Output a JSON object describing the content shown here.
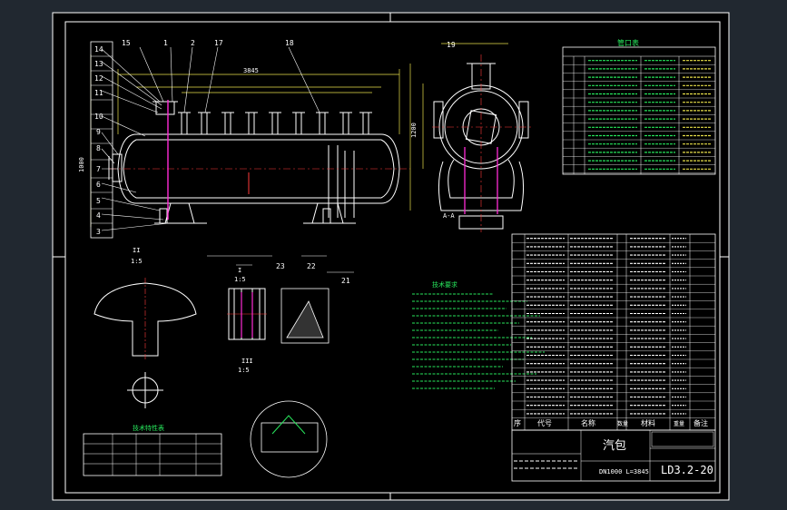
{
  "colors": {
    "background": "#212830",
    "paper": "#000000",
    "frame": "#ffffff",
    "line": "#ffffff",
    "accent_green": "#27e65c",
    "accent_yellow": "#e8e04a",
    "accent_magenta": "#ff2bd6",
    "accent_red": "#ff3a3a",
    "accent_cyan": "#39d8e8"
  },
  "drawing": {
    "title_main": "汽包",
    "drawing_no": "LD3.2-20",
    "scale_note": "DN1000 L=3845",
    "parts_header": {
      "no": "序",
      "code": "代号",
      "name": "名称",
      "qty": "数量",
      "material": "材料",
      "weight": "重量",
      "remark": "备注"
    },
    "nozzle_table_title": "管口表",
    "tech_table_title": "技术特性表",
    "notes_title": "技术要求",
    "balloons_left": [
      "14",
      "13",
      "12",
      "11",
      "10",
      "9",
      "8",
      "7",
      "6",
      "5",
      "4",
      "3"
    ],
    "balloons_top": [
      "15",
      "1",
      "2",
      "17",
      "18",
      "19"
    ],
    "balloons_bottom": [
      "23",
      "22",
      "21"
    ],
    "section_labels": {
      "a": "I",
      "a_scale": "1:5",
      "b": "II",
      "b_scale": "1:5",
      "c": "III",
      "c_scale": "1:5",
      "d": "A-A"
    },
    "dim_top": "3845",
    "dim_left": "1000",
    "dim_side": "1200"
  }
}
